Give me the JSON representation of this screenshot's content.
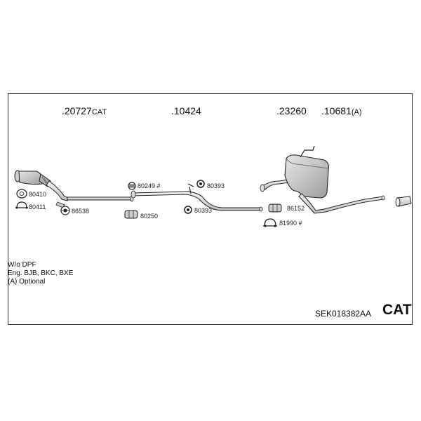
{
  "parts": {
    "p1": {
      "prefix": ".",
      "number": "20727",
      "suffix": "CAT"
    },
    "p2": {
      "prefix": ".",
      "number": "10424",
      "suffix": ""
    },
    "p3": {
      "prefix": ".",
      "number": "23260",
      "suffix": ""
    },
    "p4": {
      "prefix": ".",
      "number": "10681",
      "suffix": "(A)"
    }
  },
  "hardware": {
    "h80410": "80410",
    "h80411": "80411",
    "h86538": "86538",
    "h80249": "80249 #",
    "h80250": "80250",
    "h80393a": "80393",
    "h80393b": "80393",
    "h86152": "86152",
    "h81990": "81990 #"
  },
  "notes": {
    "line1": "W/o DPF",
    "line2": "Eng. BJB, BKC, BXE",
    "line3": "(A) Optional"
  },
  "footer": {
    "kit_code": "SEK018382AA",
    "category": "CAT"
  },
  "icons": {
    "catalyst": "catalytic-converter-icon",
    "pipe": "exhaust-pipe-icon",
    "muffler": "rear-muffler-icon",
    "tailpipe": "tailpipe-tip-icon",
    "gasket": "gasket-ring-icon",
    "clamp": "clamp-icon",
    "hanger": "rubber-hanger-icon"
  }
}
